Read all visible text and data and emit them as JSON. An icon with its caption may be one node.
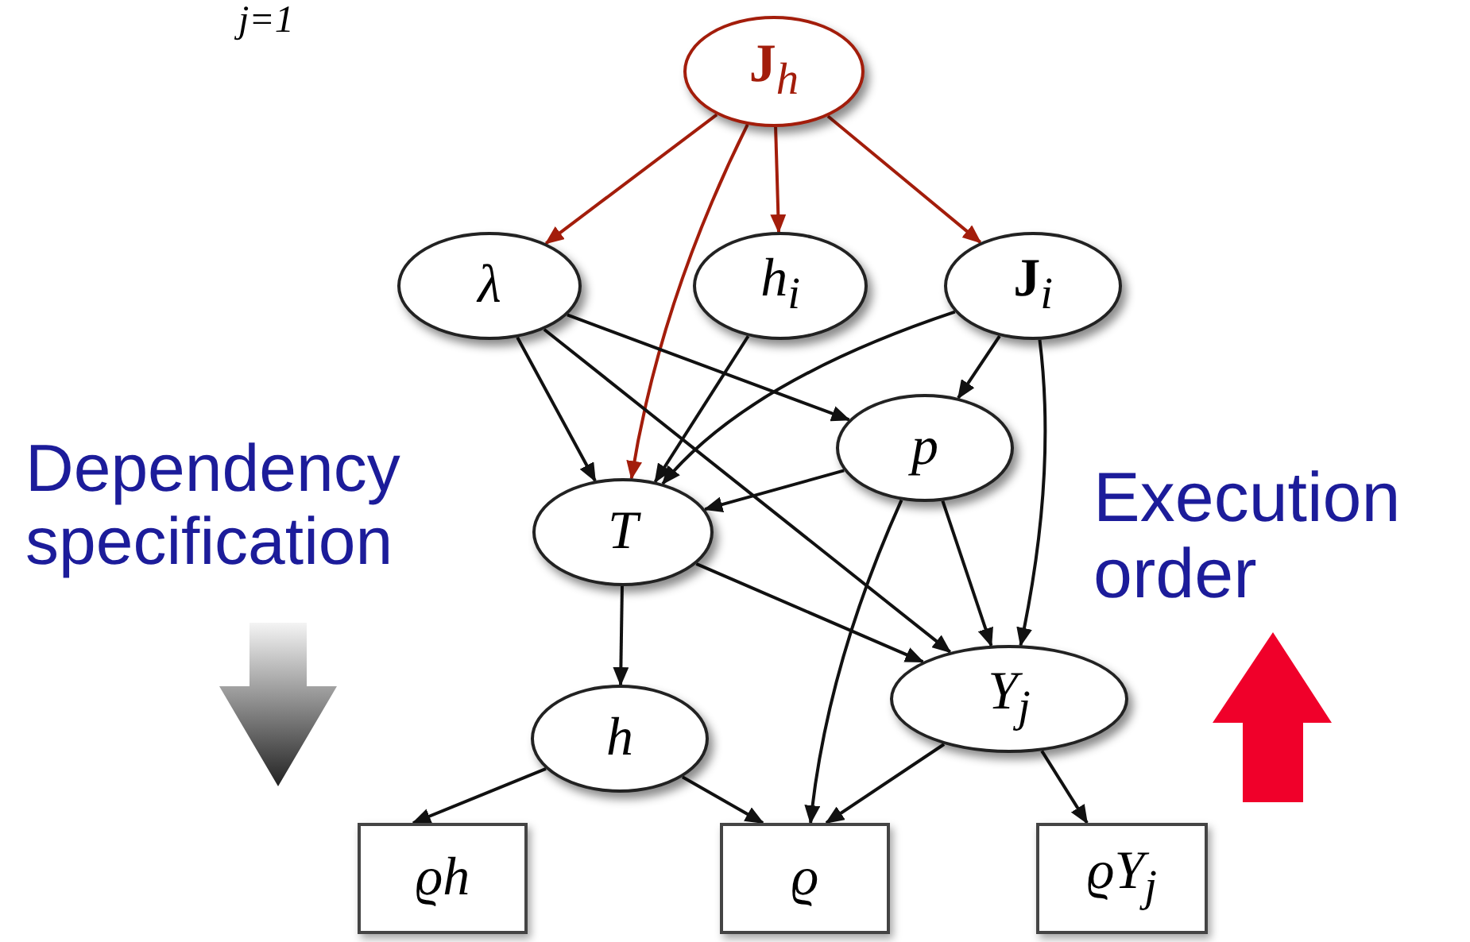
{
  "diagram": {
    "nodes": [
      {
        "text": [
          "**J**$_{h}$"
        ]
      },
      {
        "text": [
          "λ"
        ]
      },
      {
        "text": [
          "h$_{i}$"
        ]
      },
      {
        "text": [
          "**J**$_{i}$"
        ]
      },
      {
        "text": [
          "p"
        ]
      },
      {
        "text": [
          "T"
        ]
      },
      {
        "text": [
          "h"
        ]
      },
      {
        "text": [
          "Y$_{j}$"
        ]
      },
      {
        "text": [
          "ϱh"
        ]
      },
      {
        "text": [
          "ϱ"
        ]
      },
      {
        "text": [
          "ϱY$_{j}$"
        ]
      }
    ],
    "edges": [
      {
        "from": 0,
        "to": 1,
        "arrow": "to",
        "color": "#a31d0b"
      },
      {
        "from": 0,
        "to": 5,
        "arrow": "to",
        "color": "#a31d0b"
      },
      {
        "from": 0,
        "to": 2,
        "arrow": "to",
        "color": "#a31d0b"
      },
      {
        "from": 0,
        "to": 3,
        "arrow": "to",
        "color": "#a31d0b"
      },
      {
        "from": 1,
        "to": 5,
        "arrow": "to"
      },
      {
        "from": 1,
        "to": 4,
        "arrow": "to"
      },
      {
        "from": 1,
        "to": 7,
        "arrow": "to"
      },
      {
        "from": 2,
        "to": 5,
        "arrow": "to"
      },
      {
        "from": 3,
        "to": 5,
        "arrow": "to"
      },
      {
        "from": 3,
        "to": 4,
        "arrow": "to"
      },
      {
        "from": 3,
        "to": 7,
        "arrow": "to"
      },
      {
        "from": 4,
        "to": 5,
        "arrow": "to"
      },
      {
        "from": 4,
        "to": 7,
        "arrow": "to"
      },
      {
        "from": 4,
        "to": 9,
        "arrow": "to"
      },
      {
        "from": 5,
        "to": 7,
        "arrow": "to"
      },
      {
        "from": 5,
        "to": 6,
        "arrow": "to"
      },
      {
        "from": 6,
        "to": 8,
        "arrow": "to"
      },
      {
        "from": 6,
        "to": 9,
        "arrow": "to"
      },
      {
        "from": 7,
        "to": 9,
        "arrow": "to"
      },
      {
        "from": 7,
        "to": 10,
        "arrow": "to"
      }
    ],
    "labels": [
      "j=1",
      "Dependency specification",
      "Execution order"
    ]
  }
}
